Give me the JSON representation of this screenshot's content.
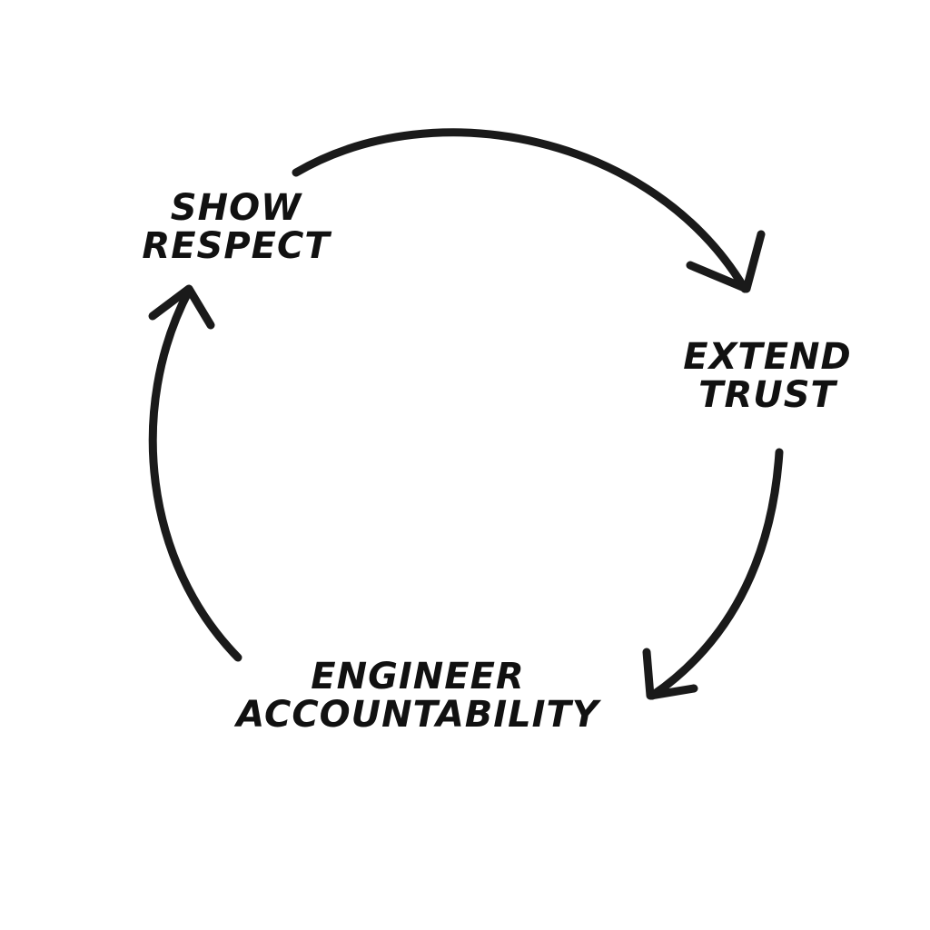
{
  "diagram": {
    "type": "cycle",
    "nodes": [
      {
        "id": "show-respect",
        "lines": [
          "SHOW",
          "RESPECT"
        ]
      },
      {
        "id": "extend-trust",
        "lines": [
          "EXTEND",
          "TRUST"
        ]
      },
      {
        "id": "engineer-accountability",
        "lines": [
          "ENGINEER",
          "ACCOUNTABILITY"
        ]
      }
    ],
    "edges": [
      {
        "from": "show-respect",
        "to": "extend-trust"
      },
      {
        "from": "extend-trust",
        "to": "engineer-accountability"
      },
      {
        "from": "engineer-accountability",
        "to": "show-respect"
      }
    ],
    "colors": {
      "background": "#ffffff",
      "stroke": "#1a1a1a",
      "text": "#111111"
    }
  }
}
